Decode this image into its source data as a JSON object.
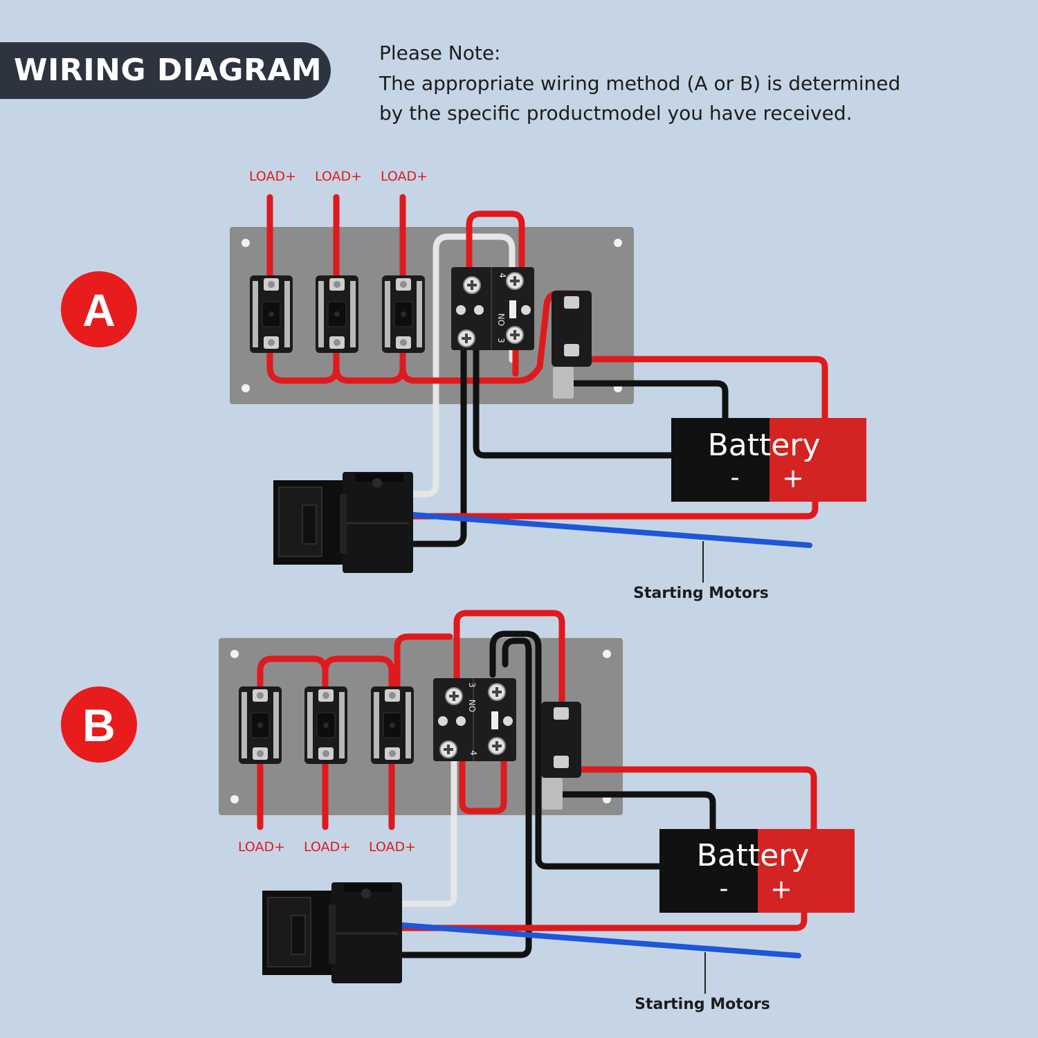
{
  "header": {
    "title": "WIRING DIAGRAM",
    "note_heading": "Please Note:",
    "note_line1": "The appropriate wiring method (A or B) is determined",
    "note_line2": "by the specific productmodel you have received."
  },
  "diagrams": [
    {
      "badge": "A",
      "load_labels": [
        "LOAD+",
        "LOAD+",
        "LOAD+"
      ],
      "battery": {
        "label": "Battery",
        "negative": "-",
        "positive": "+"
      },
      "relay_terminal_labels": {
        "t3": "3",
        "t4": "4",
        "no": "NO"
      },
      "starter_label": "Starting Motors"
    },
    {
      "badge": "B",
      "load_labels": [
        "LOAD+",
        "LOAD+",
        "LOAD+"
      ],
      "battery": {
        "label": "Battery",
        "negative": "-",
        "positive": "+"
      },
      "relay_terminal_labels": {
        "t3": "3",
        "t4": "4",
        "no": "NO"
      },
      "starter_label": "Starting Motors"
    }
  ],
  "colors": {
    "background": "#c5d5e5",
    "banner": "#2d3440",
    "badge": "#e81c1c",
    "wire_red": "#e0191d",
    "wire_black": "#111111",
    "wire_white": "#e6e6e6",
    "wire_blue": "#1e56d8",
    "panel": "#8c8c8c",
    "battery_negative": "#111111",
    "battery_positive": "#d42323"
  }
}
